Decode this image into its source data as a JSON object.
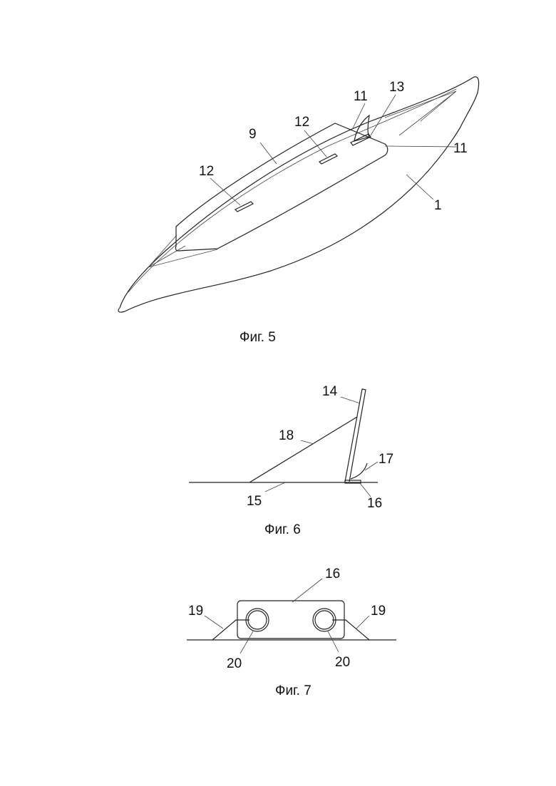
{
  "figures": [
    {
      "caption": "Фиг. 5",
      "labels": {
        "hull": "1",
        "deck": "9",
        "pad_left": "12",
        "pad_right": "12",
        "edge_top": "11",
        "edge_right": "11",
        "fin": "13"
      }
    },
    {
      "caption": "Фиг. 6",
      "labels": {
        "mast": "14",
        "base": "15",
        "mount": "16",
        "fillet": "17",
        "brace": "18"
      }
    },
    {
      "caption": "Фиг. 7",
      "labels": {
        "block": "16",
        "flange_left": "19",
        "flange_right": "19",
        "tube_left": "20",
        "tube_right": "20"
      }
    }
  ],
  "colors": {
    "line": "#222222",
    "background": "#ffffff"
  }
}
